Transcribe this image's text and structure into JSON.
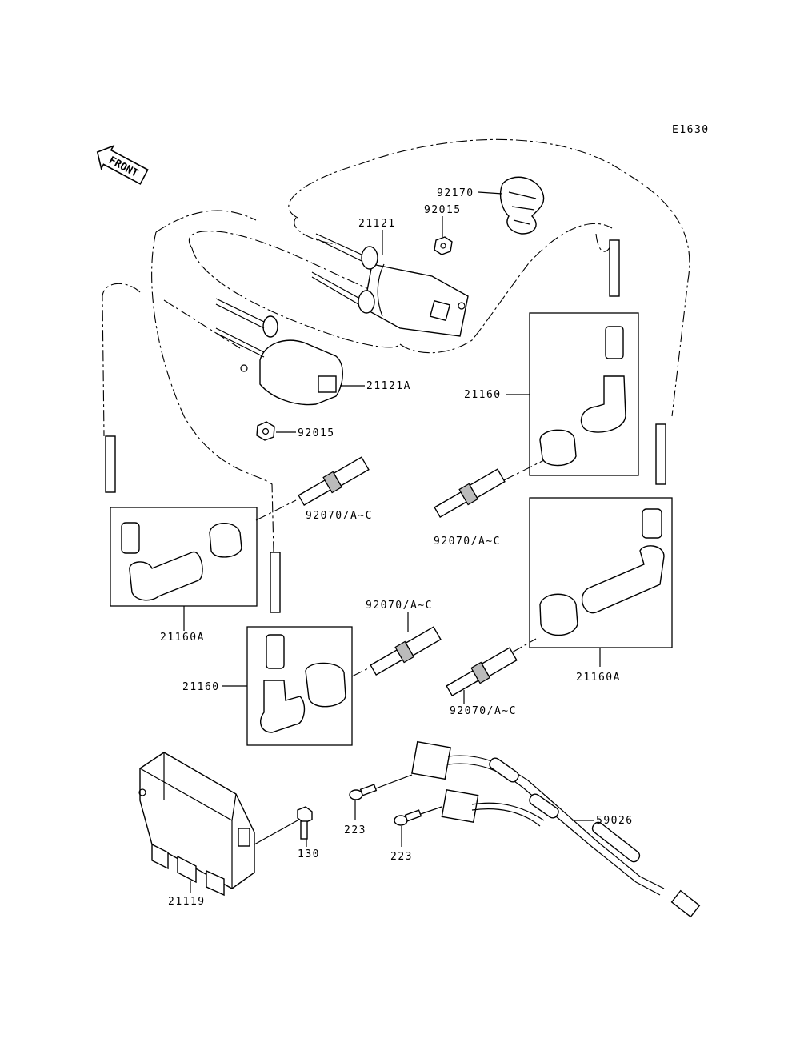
{
  "diagram": {
    "code": "E1630",
    "front_label": "FRONT",
    "labels": {
      "p92170": "92170",
      "p92015_top": "92015",
      "p21121": "21121",
      "p21121A": "21121A",
      "p92015_mid": "92015",
      "p21160_right": "21160",
      "p92070_left": "92070/A~C",
      "p92070_center": "92070/A~C",
      "p92070_upper": "92070/A~C",
      "p92070_lower": "92070/A~C",
      "p21160A_left": "21160A",
      "p21160A_right": "21160A",
      "p21160_center": "21160",
      "p223_left": "223",
      "p223_right": "223",
      "p59026": "59026",
      "p130": "130",
      "p21119": "21119"
    }
  }
}
